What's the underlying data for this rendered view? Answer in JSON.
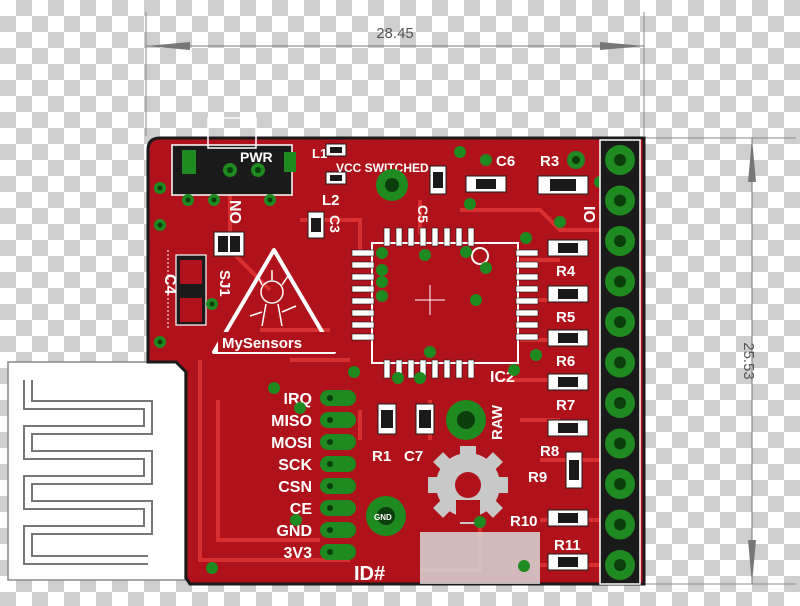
{
  "dimensions": {
    "width": "28.45",
    "height": "25.53"
  },
  "labels": {
    "pwr": "PWR",
    "vcc_switched": "VCC SWITCHED",
    "c6": "C6",
    "r3": "R3",
    "l1": "L1",
    "l2": "L2",
    "c5": "C5",
    "c3": "C3",
    "no": "NO",
    "c4": "C4",
    "sj1": "SJ1",
    "mysensors": "MySensors",
    "ic2": "IC2",
    "r4": "R4",
    "r5": "R5",
    "r6": "R6",
    "r7": "R7",
    "r8": "R8",
    "r9": "R9",
    "r10": "R10",
    "r11": "R11",
    "r1": "R1",
    "c7": "C7",
    "raw": "RAW",
    "gnd_pad": "GND",
    "id": "ID#",
    "io": "IO"
  },
  "radio_pins": [
    "IRQ",
    "MISO",
    "MOSI",
    "SCK",
    "CSN",
    "CE",
    "GND",
    "3V3"
  ],
  "header_pin_count": 11,
  "colors": {
    "board": "#b0121c",
    "board_edge": "#8a0c14",
    "trace": "#d83030",
    "pad": "#1f8a1f",
    "pad_hole": "#0c3d0c",
    "silk": "#ffffff",
    "dim_line": "#777777",
    "dark": "#1a1a1a"
  }
}
